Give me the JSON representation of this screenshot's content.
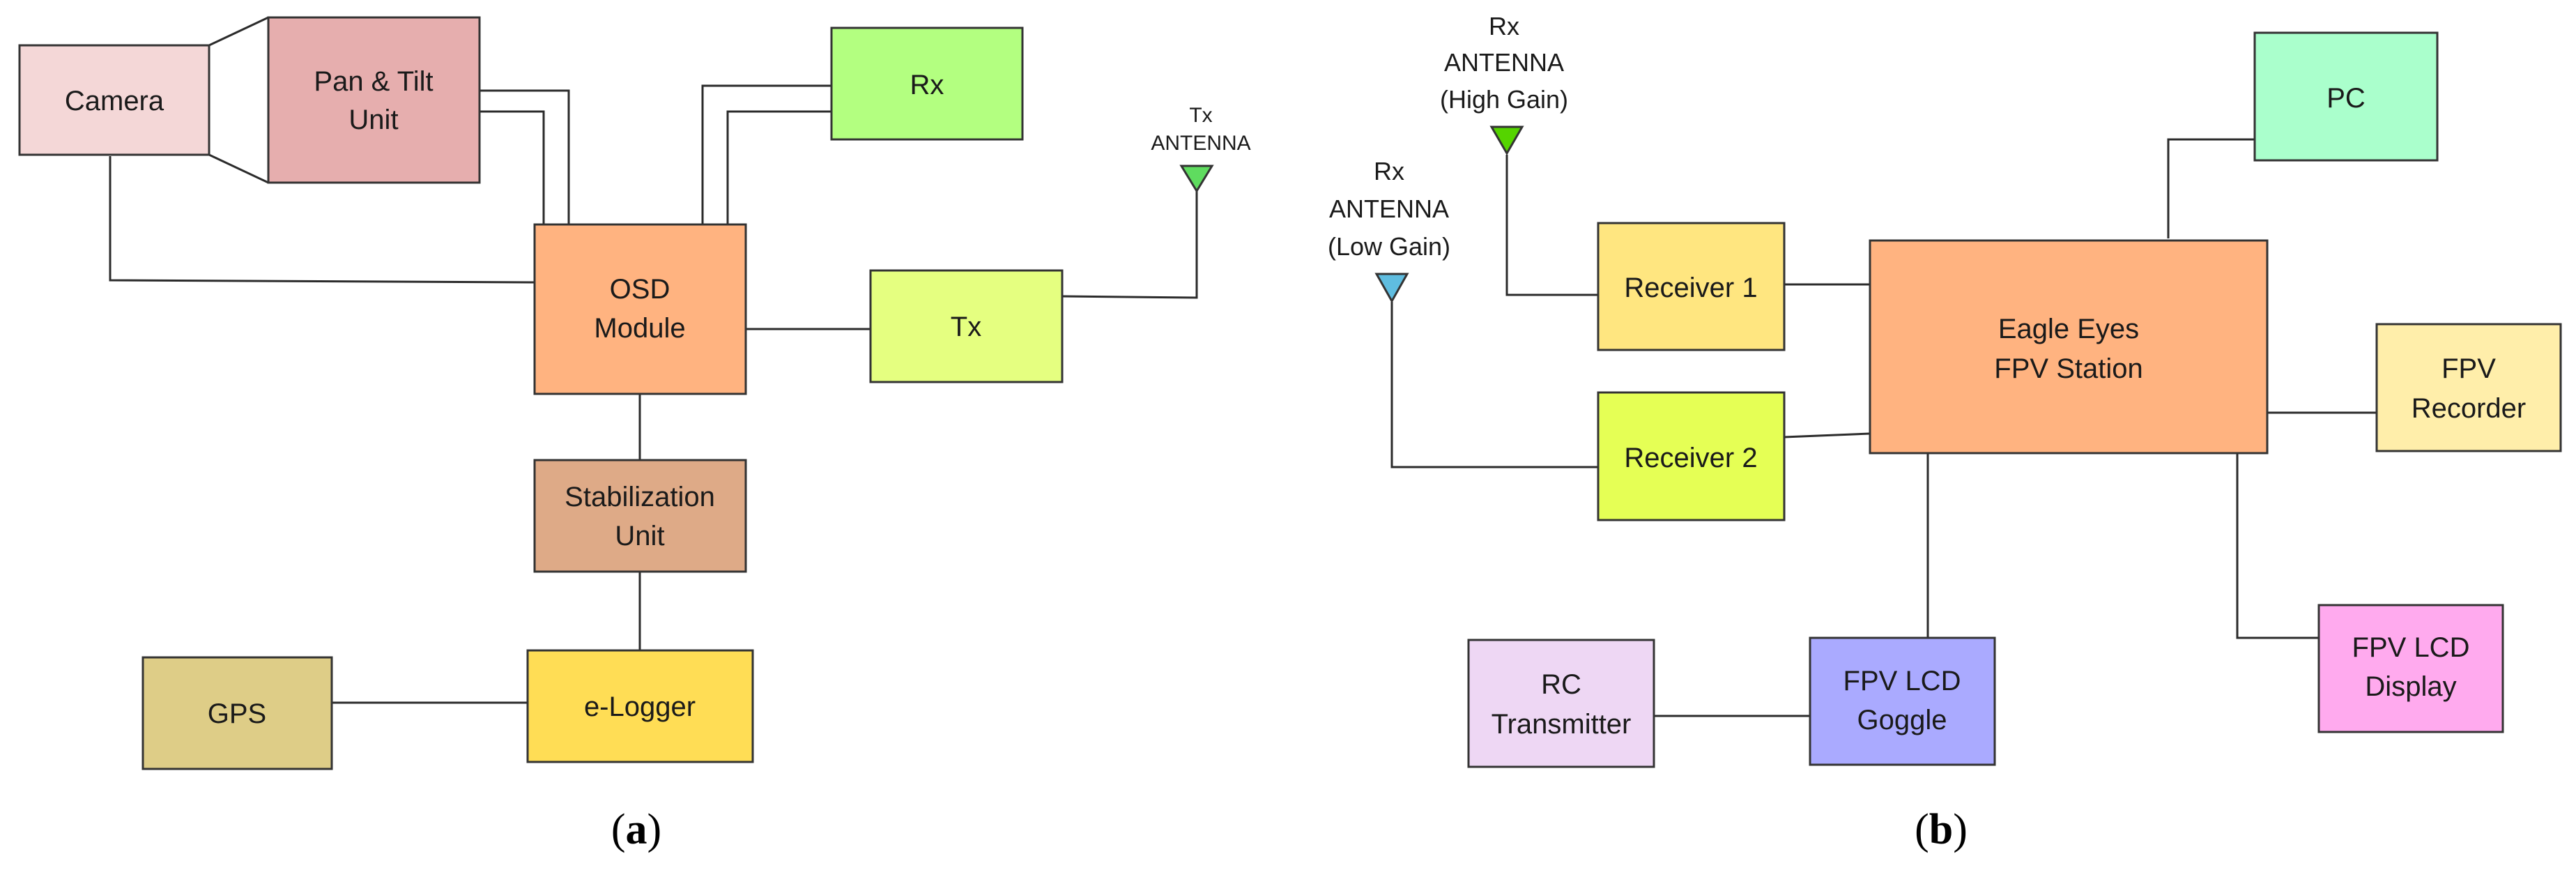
{
  "panel_a": {
    "caption_open": "(",
    "caption_letter": "a",
    "caption_close": ")",
    "camera": {
      "label": "Camera",
      "color": "#f4d7d7"
    },
    "pan_tilt": {
      "line1": "Pan & Tilt",
      "line2": "Unit",
      "color": "#e6aeae"
    },
    "rx": {
      "label": "Rx",
      "color": "#b3ff80"
    },
    "osd": {
      "line1": "OSD",
      "line2": "Module",
      "color": "#ffb380"
    },
    "tx": {
      "label": "Tx",
      "color": "#e5ff80"
    },
    "tx_antenna": {
      "line1": "Tx",
      "line2": "ANTENNA",
      "color": "#5fdc5f"
    },
    "stabilization": {
      "line1": "Stabilization",
      "line2": "Unit",
      "color": "#deaa87"
    },
    "gps": {
      "label": "GPS",
      "color": "#decd87"
    },
    "elogger": {
      "label": "e-Logger",
      "color": "#ffdd55"
    }
  },
  "panel_b": {
    "caption_open": "(",
    "caption_letter": "b",
    "caption_close": ")",
    "rx_antenna_high": {
      "line1": "Rx",
      "line2": "ANTENNA",
      "line3": "(High Gain)",
      "color": "#55d400"
    },
    "rx_antenna_low": {
      "line1": "Rx",
      "line2": "ANTENNA",
      "line3": "(Low Gain)",
      "color": "#5fbde0"
    },
    "receiver1": {
      "label": "Receiver 1",
      "color": "#ffe680"
    },
    "receiver2": {
      "label": "Receiver 2",
      "color": "#e5ff55"
    },
    "fpv_station": {
      "line1": "Eagle Eyes",
      "line2": "FPV Station",
      "color": "#ffb380"
    },
    "pc": {
      "label": "PC",
      "color": "#aaffcc"
    },
    "fpv_recorder": {
      "line1": "FPV",
      "line2": "Recorder",
      "color": "#ffeeaa"
    },
    "fpv_lcd_display": {
      "line1": "FPV LCD",
      "line2": "Display",
      "color": "#ffaaee"
    },
    "fpv_lcd_goggle": {
      "line1": "FPV LCD",
      "line2": "Goggle",
      "color": "#aaaaff"
    },
    "rc_transmitter": {
      "line1": "RC",
      "line2": "Transmitter",
      "color": "#eed7f4"
    }
  }
}
